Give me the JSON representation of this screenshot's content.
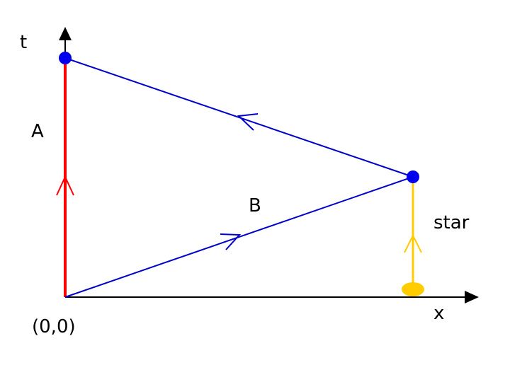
{
  "labels": {
    "t_axis": "t",
    "x_axis": "x",
    "origin": "(0,0)",
    "worldline_a": "A",
    "worldline_b": "B",
    "star": "star"
  },
  "colors": {
    "axes": "#000000",
    "worldline_a": "#ff0000",
    "worldline_b": "#0000cc",
    "event_dot": "#0000ee",
    "star": "#ffcc00"
  }
}
